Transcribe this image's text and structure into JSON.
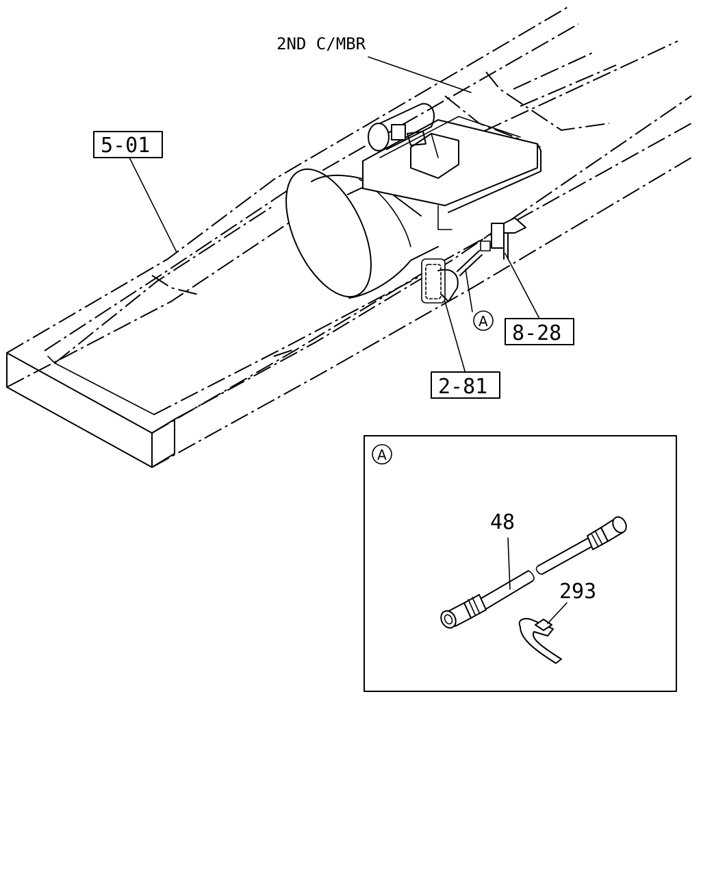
{
  "callouts": {
    "cross_member": "2ND C/MBR",
    "frame": "5-01",
    "part_8_28": "8-28",
    "part_2_81": "2-81",
    "detail_ref": "A"
  },
  "detail": {
    "marker": "A",
    "hose_part": "48",
    "clip_part": "293"
  }
}
